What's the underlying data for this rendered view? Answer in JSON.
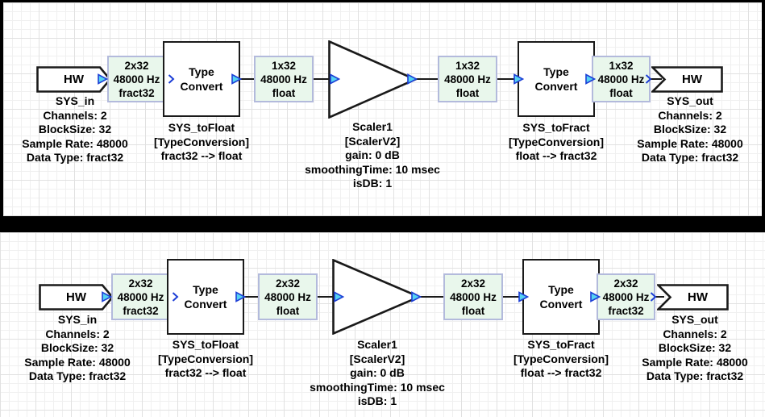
{
  "colors": {
    "canvas-bg": "#ffffff",
    "frame-bg": "#000000",
    "grid-minor": "#f0f0f0",
    "grid-major": "#e1e1e1",
    "wire-color": "#1a1a1a",
    "label-bg": "#e9f7ec",
    "label-border": "#b3badc",
    "pin-fill": "#55d3f2",
    "pin-stroke": "#1d3fd6",
    "chevron-color": "#1d3fd6",
    "block-border": "#1a1a1a",
    "text-color": "#000000"
  },
  "diagrams": {
    "top": {
      "hw_in": {
        "label": "HW"
      },
      "hw_in_caption": [
        "SYS_in",
        "Channels: 2",
        "BlockSize: 32",
        "Sample Rate: 48000",
        "Data Type: fract32"
      ],
      "wire_label_1": [
        "2x32",
        "48000 Hz",
        "fract32"
      ],
      "type_convert_1": {
        "line1": "Type",
        "line2": "Convert"
      },
      "type_convert_1_caption": [
        "SYS_toFloat",
        "[TypeConversion]",
        "fract32 --> float"
      ],
      "wire_label_2": [
        "1x32",
        "48000 Hz",
        "float"
      ],
      "scaler_caption": [
        "Scaler1",
        "[ScalerV2]",
        "gain: 0 dB",
        "smoothingTime: 10 msec",
        "isDB: 1"
      ],
      "wire_label_3": [
        "1x32",
        "48000 Hz",
        "float"
      ],
      "type_convert_2": {
        "line1": "Type",
        "line2": "Convert"
      },
      "type_convert_2_caption": [
        "SYS_toFract",
        "[TypeConversion]",
        "float --> fract32"
      ],
      "wire_label_4": [
        "1x32",
        "48000 Hz",
        "float"
      ],
      "hw_out": {
        "label": "HW"
      },
      "hw_out_caption": [
        "SYS_out",
        "Channels: 2",
        "BlockSize: 32",
        "Sample Rate: 48000",
        "Data Type: fract32"
      ]
    },
    "bottom": {
      "hw_in": {
        "label": "HW"
      },
      "hw_in_caption": [
        "SYS_in",
        "Channels: 2",
        "BlockSize: 32",
        "Sample Rate: 48000",
        "Data Type: fract32"
      ],
      "wire_label_1": [
        "2x32",
        "48000 Hz",
        "fract32"
      ],
      "type_convert_1": {
        "line1": "Type",
        "line2": "Convert"
      },
      "type_convert_1_caption": [
        "SYS_toFloat",
        "[TypeConversion]",
        "fract32 --> float"
      ],
      "wire_label_2": [
        "2x32",
        "48000 Hz",
        "float"
      ],
      "scaler_caption": [
        "Scaler1",
        "[ScalerV2]",
        "gain: 0 dB",
        "smoothingTime: 10 msec",
        "isDB: 1"
      ],
      "wire_label_3": [
        "2x32",
        "48000 Hz",
        "float"
      ],
      "type_convert_2": {
        "line1": "Type",
        "line2": "Convert"
      },
      "type_convert_2_caption": [
        "SYS_toFract",
        "[TypeConversion]",
        "float --> fract32"
      ],
      "wire_label_4": [
        "2x32",
        "48000 Hz",
        "fract32"
      ],
      "hw_out": {
        "label": "HW"
      },
      "hw_out_caption": [
        "SYS_out",
        "Channels: 2",
        "BlockSize: 32",
        "Sample Rate: 48000",
        "Data Type: fract32"
      ]
    }
  }
}
